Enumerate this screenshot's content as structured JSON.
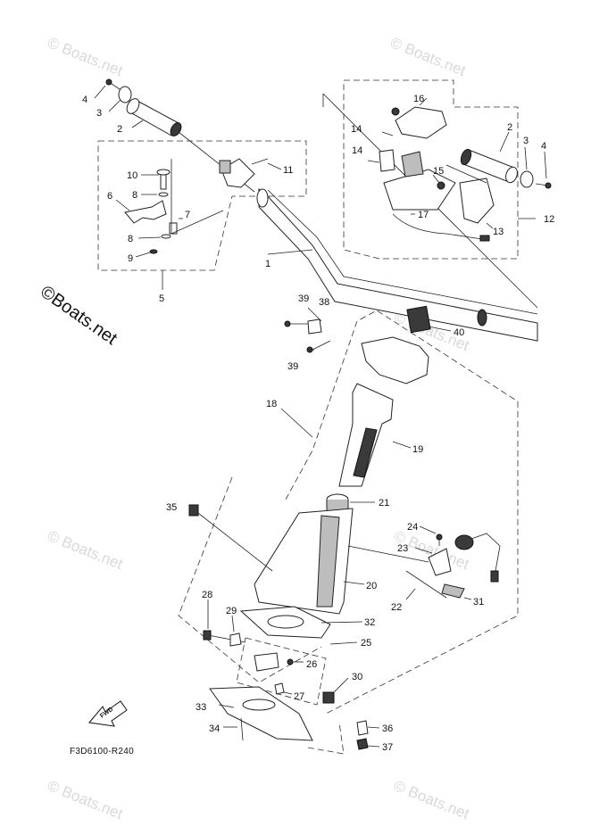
{
  "diagram": {
    "drawing_code": "F3D6100-R240",
    "fwd_arrow_label": "FWD",
    "brand_watermark": "©Boats.net",
    "faint_watermark": "© Boats.net",
    "part_labels": {
      "p1": "1",
      "p2": "2",
      "p3": "3",
      "p4": "4",
      "p5": "5",
      "p6": "6",
      "p7": "7",
      "p8": "8",
      "p9": "9",
      "p10": "10",
      "p11": "11",
      "p12": "12",
      "p13": "13",
      "p14": "14",
      "p15": "15",
      "p16": "16",
      "p17": "17",
      "p18": "18",
      "p19": "19",
      "p20": "20",
      "p21": "21",
      "p22": "22",
      "p23": "23",
      "p24": "24",
      "p25": "25",
      "p26": "26",
      "p27": "27",
      "p28": "28",
      "p29": "29",
      "p30": "30",
      "p31": "31",
      "p32": "32",
      "p33": "33",
      "p34": "34",
      "p35": "35",
      "p36": "36",
      "p37": "37",
      "p38": "38",
      "p39": "39",
      "p40": "40"
    }
  }
}
